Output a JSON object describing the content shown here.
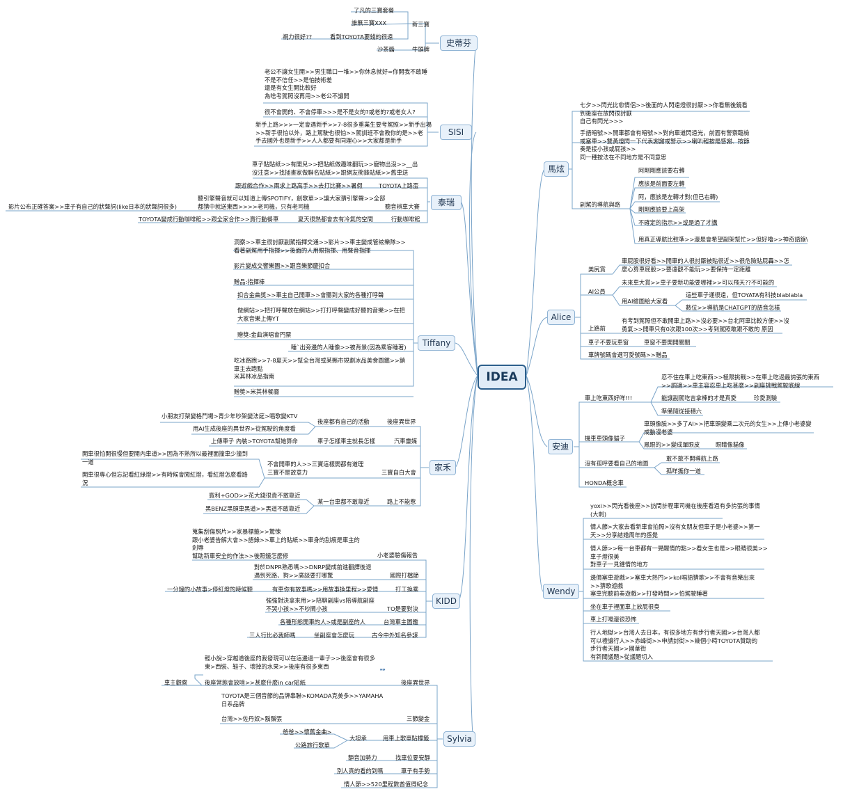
{
  "center": "IDEA",
  "branches": {
    "shidifen": "史蒂芬",
    "sisi": "SISI",
    "tairui": "泰瑞",
    "tiffany": "Tiffany",
    "jiahe": "家禾",
    "kidd": "KIDD",
    "sylvia": "Sylvia",
    "maxuan": "馬炫",
    "alice": "Alice",
    "andi": "安迪",
    "wendy": "Wendy"
  },
  "text": {
    "s1": "了凡的三寶套餐",
    "s2": "誰無三寶XXX",
    "s3": "視力很好??",
    "s4": "看到TOYOTA要錢的很遠",
    "s5": "新三寶",
    "s6": "沙茶醬",
    "s7": "牛頭牌",
    "si1": "老公不讓女生開>>男生職口一堆>>你休息就好=你開我不敢睡\n不是不信任>>是怕技術差\n還是有女生開比較好\n為啥考駕照沒再用>>老公不讓開",
    "si2": "很不會開的、不會停車>>>是不是女的?或老的?或老女人?",
    "si3": "新手上路>>>一定會遇新手>>7-8很多重業生要考駕照>>新手出場\n>>新手很怕以外，路上駕駛也很怕>>駕訓班不會教你的是>>老\n手去國外也是新手>>人人都要有同理心>>大家都是新手",
    "t1": "車子貼貼紙>>有開兒>>把貼紙做趣味翻玩>>寵物出沒>>__出\n沒注意>>找插畫家做聯名貼紙>>跟網友衝鋒貼紙>>舊車送",
    "t2": "跟遊戲合作>>兩求上路高手>>去打比賽>>暑假",
    "t3": "TOYOTA上路盃",
    "t4": "聽引擎聲音就可以知道上傳SPOTIFY，創歌單>>讓大家猜引擎聲>>全部\n都猜中就送東西>>>>老司機，只有老司機",
    "t5": "影片公布正確答案>>車子有自己的狀聲詞(like日本的狀聲詞很多)",
    "t6": "聽音辨車大賽",
    "t7": "TOYOTA變成行動咖啡館>>跟全家合作>>賣行動餐車",
    "t8": "夏天很熱都會去有冷氣的空間",
    "t9": "行動咖啡館",
    "ti1": "洞察>>車主很討厭副駕指揮交通>>影片>>車主變成管絃樂隊>>\n看著副駕用手指揮>>後面的人用眼指揮、用聲音指揮",
    "ti2": "影片變成交響樂團>>跟音樂節慶扣合",
    "ti3": "贈品:指揮棒",
    "ti4": "扣合金曲獎>>車主自己開車>>會聽到大家的各種打呼聲",
    "ti5": "做網站>>把打呼聲放在網站>>打打呼聲變成好聽的音樂>>在把\n大家音樂上傳YT",
    "ti6": "贈獎:金曲演唱會門票",
    "ti7": "睡`出旁邊的人睡像>>被背景(因為乘客睡著)",
    "ti8": "吃冰路跑>>7-8夏天>>幫全台灣或某縣市規劃冰品美食圖鑑>>鎖\n車主去跑點\n米其林冰品指南",
    "ti9": "贈獎>米其林餐廳",
    "j1": "小朋友打架變格鬥場>青少年吵架變法庭>唱歌變KTV",
    "j2": "用AI生成後座的異世界>從駕駛的角度看",
    "j3": "後座都有自己的活動",
    "j4": "後座異世界",
    "j5": "上傳車子 內裝>TOYOTA幫她算命",
    "j6": "車子怎樣車主就長怎樣",
    "j7": "汽車靈媒",
    "j8": "開車很怕開很慢但要開內車道>>因為不熟所以最裡面撞車少撞到\n一道",
    "j9": "開車很專心但忘記看紅綠燈>>有時候會闖紅燈，看紅燈怎麼看路\n況",
    "j10": "不會開車的人>>三寶這樣開都有道理\n三寶不是故意力",
    "j11": "三寶自白大會",
    "j12": "賓利+GOD>>花大錢很貴不敢靠近",
    "j13": "黑BENZ黑頭車黑道>>黑道不敢靠近",
    "j14": "某一台車都不敢靠近",
    "j15": "路上不能惹",
    "k1": "蒐集刮傷照片>>家暴標籤>>驚悚\n跟小老婆告解大會>>語錄>>車上的貼紙>>車身的刮痕是車主的\n剎辱\n幫助新車安全的作法>>後照鏡怎麼修",
    "k2": "小老婆驗傷報告",
    "k3": "對於DNPR熟悉嗎>>DNRP變成前進翻譯後退\n遇到死路、狗>>廣談要打哪驚",
    "k4": "國際打檔節",
    "k5": "一分鐘的小故事>停紅燈的時候聽",
    "k6": "有車你有故事嗎>>用故事換里程>>愛情",
    "k7": "打工換乘",
    "k8": "強強對決拿來用>>陪聊副座vs陪導航副座\n不哭小孩>>不吵鬧小孩",
    "k9": "TO是要對決",
    "k10": "各種形態開車的人>或是副座的人",
    "k11": "台灣車主圖鑑",
    "k12": "三人行比必我師嗎",
    "k13": "坐副座會怎麼玩",
    "k14": "古今中外知名參謀",
    "sy1": "輕小說>穿越道後座的我發現可以在這邊過一輩子>>後座會有很多\n東>西裝、鞋子、壞掉的水果>>後座有很多東西",
    "sy2": "後座常態會放啥>>甚麼什麼in car貼紙",
    "sy3": "車主觀察",
    "sy4": "後座異世界",
    "sy5": "TOYOTA是三個音節的品牌串聯>KOMADA克美多>>YAMAHA\n日系品牌",
    "sy6": "台灣>>佐丹奴>鬍鬚張",
    "sy7": "三節變金",
    "sy8": "爸爸>>懷舊金曲>",
    "sy9": "公路旅行歌單",
    "sy10": "大坦承",
    "sy11": "用車上歌單貼標籤",
    "sy12": "靜音加勢力",
    "sy13": "找車位要安靜",
    "sy14": "別人真的看的到嗎",
    "sy15": "車子有手勢",
    "sy16": "情人節>>520里程數酋值得紀念",
    "m1": "七夕>>閃光比愈情侶>>後面的人閃遠燈很討厭>>你看無後鏡看\n到後座在放閃很討厭\n自己有閃光>>>",
    "m2": "手語暗號>>開車都會有暗號>>對向車道閃遠光，前面有警察臨檢\n或塞車>>雙黃燈閃一下代表謝謝或警示>>喇叭輕按是感謝、按節\n奏是接小孩或屁孩>>\n同一種按法在不同地方是不同意思",
    "m3": "阿剛剛應該要右轉",
    "m4": "應該是前面要左轉",
    "m5": "阿，應該是左轉才對(但已右轉)",
    "m6": "剛剛應該要上高架",
    "m7": "不確定的指示>>或是過了才講",
    "m8": "用真正導航比較準>>還是會希望副架幫忙>>但好嚕>>神奇語錄\\",
    "m9": "副駕的導航與路",
    "a1": "美尻賞",
    "a2": "車屁股很好看>>開車的人很討厭被貼很近>>很危險貼屁轟>>怎\n麼心算車屁股>>要遠觀不能玩>>要保持一定距離",
    "a3": "AI公員",
    "a4": "未來車大賞>>車子要新功能要哪裡>>可以飛天??不可能的",
    "a5": "用AI繪圖給大家看",
    "a6": "這些車子運很遠，但TOYATA有科技blablabla",
    "a7": "數位>>導航是CHATGPT的語音怎樣",
    "a8": "上路前",
    "a9": "有考到駕照但不敢開車上路>>沒必要>>台北阿車比較方便>>沒\n勇氣>>開車只有0次跟100次>>考到駕照敢跟不敢的 原因",
    "a10": "車子不要玩車窗",
    "a11": "車窗不要開開關關",
    "a12": "車牌號碼會選可愛號碼>>贈品",
    "d1": "車上吃東西好咩!!!",
    "d2": "忍不住在車上吃東西>>極限挑戰>>在車上吃過最誇張的東西\n>>調適>>車主容忍車上吃甚麼>>副座挑戰駕駛底線",
    "d3": "能讓副駕吃吉拿棒的才是真愛",
    "d4": "珍愛測驗",
    "d5": "準備隨從接穗六",
    "d6": "機車車頭像貓子",
    "d7": "車頭像臉>>多了AI>>把車頭變乘二次元的女生>>上傳小老婆變\n成動漫老婆",
    "d8": "鳳眼的>>變成單眼皮",
    "d9": "眼睛像貓像",
    "d10": "沒有孤呼要看自己的地圖",
    "d11": "敢不敢不開導航上路",
    "d12": "孤咩攜你一道",
    "d13": "HONDA概念車",
    "w1": "yoxi>>閃光看後座>>訪問計程車司機在後座看過有多誇張的事情\n(大刺)",
    "w2": "情人節>大家去看新車會拍照>沒有女朋友但車子是小老婆>>第一\n天>>分享結婚周年的感覺",
    "w3": "情人節>>每一台車都有一晃醒情的點>>看女生也是>>眼睛很美>>\n車子燈很美\n對車子一見鍾情的地方",
    "w4": "邊價塞車遊戲>>塞車大熱門>>kol唱語猜歌>>不會有音樂出來\n>>猜歌遊戲\n塞車完聽前奏遊戲>>打發時間>>怕駕駛睡著",
    "w5": "坐在車子裡面車上放屁很臭",
    "w6": "車上打嗝還很恐怖",
    "w7": "行人地獄>>台灣人去日本，有很多地方有步行者天國>>台灣人都\n可以禮讓行人>>赤峰街>>申請封街>>幾個小時TOYOTA贊助的\n步行者天國>>國華街\n有新聞議題>從議題切入"
  },
  "tag": "tag-icon"
}
